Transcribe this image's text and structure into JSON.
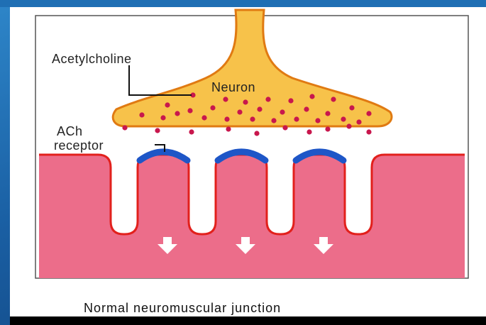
{
  "labels": {
    "acetylcholine": "Acetylcholine",
    "neuron": "Neuron",
    "ach_receptor_line1": "ACh",
    "ach_receptor_line2": "receptor"
  },
  "caption": "Normal neuromuscular junction",
  "colors": {
    "neuron_fill": "#f7c24a",
    "neuron_outline": "#e07a12",
    "vesicle": "#c8174d",
    "muscle_fill": "#ec6d8a",
    "muscle_outline": "#e2201c",
    "receptor": "#1e56c7",
    "arrow": "#ffffff"
  }
}
